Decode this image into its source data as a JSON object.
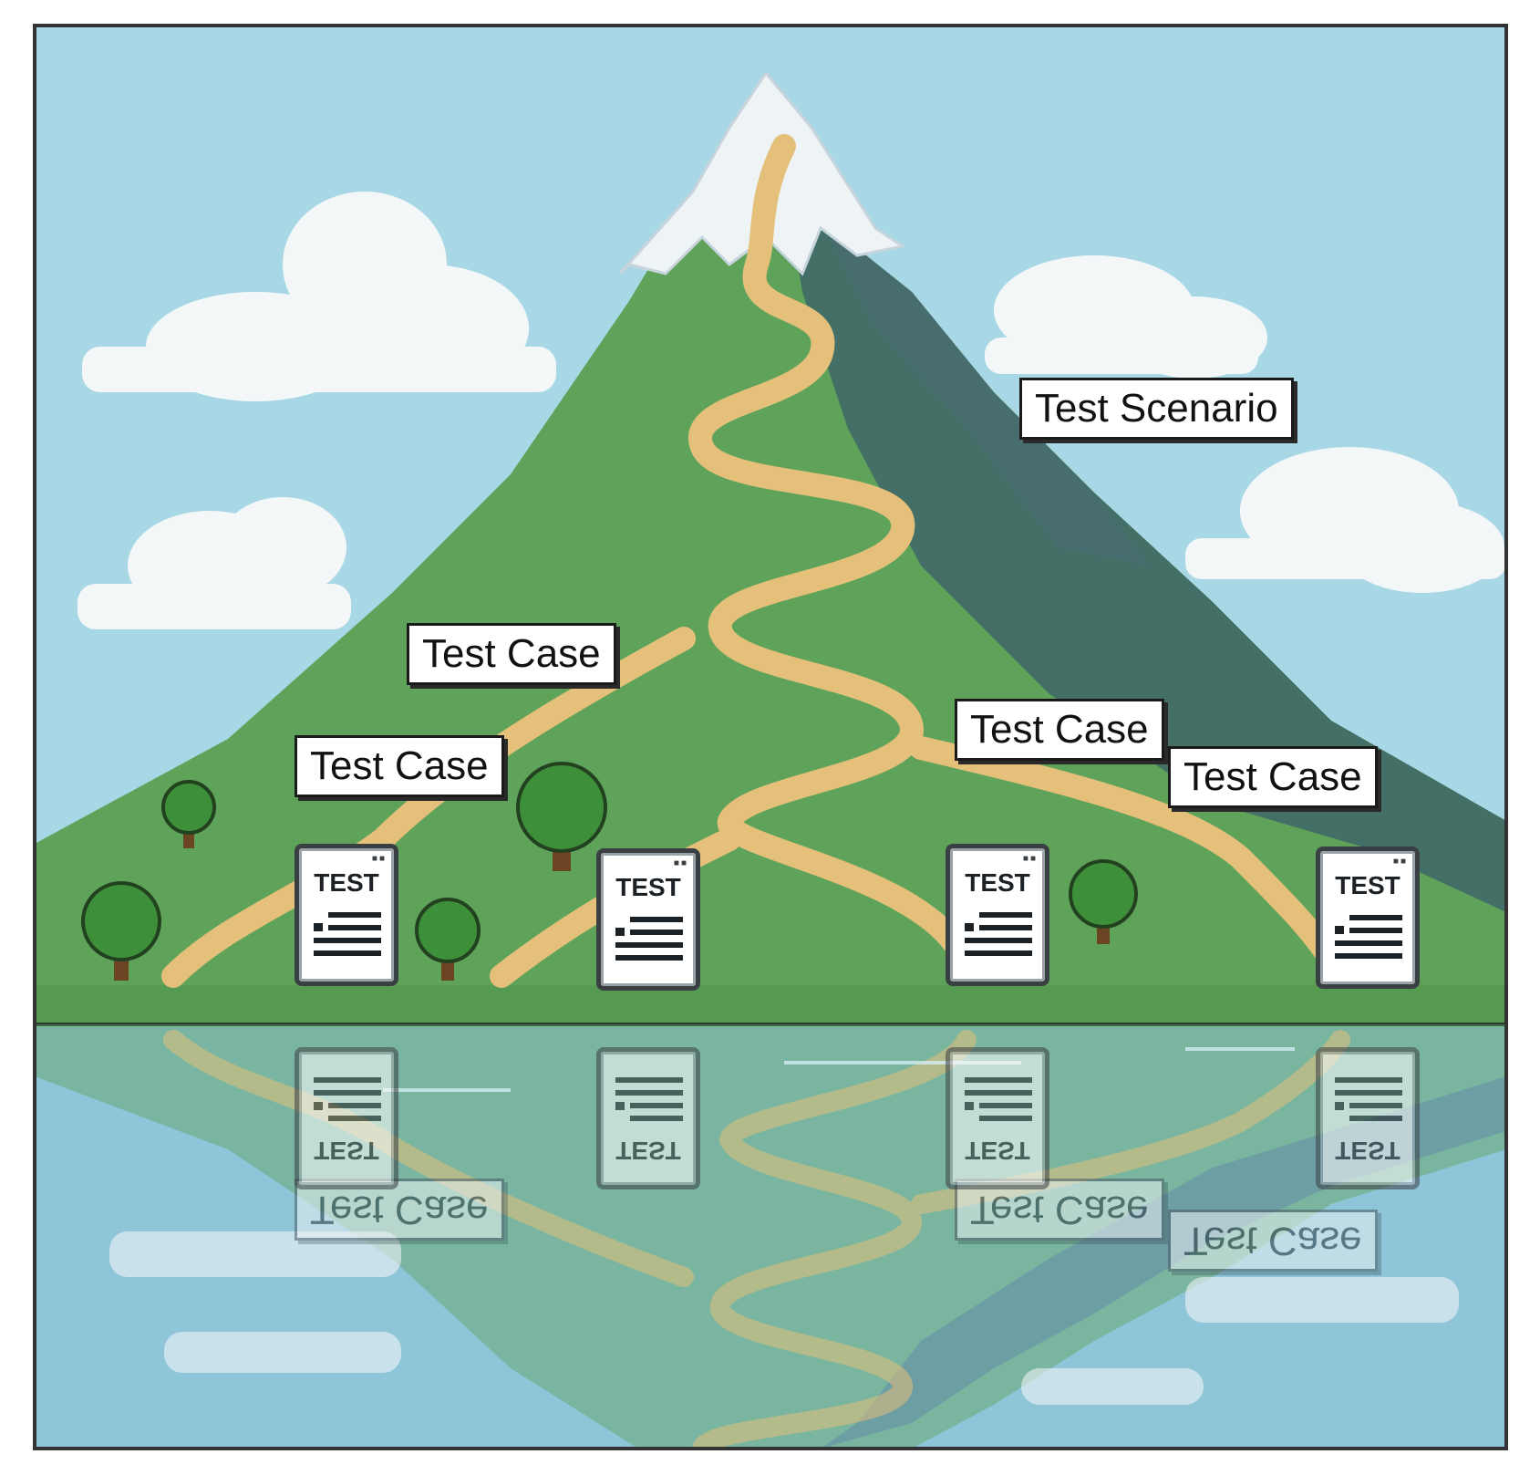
{
  "labels": {
    "scenario": "Test Scenario",
    "case_1": "Test Case",
    "case_2": "Test Case",
    "case_3": "Test Case",
    "case_4": "Test Case"
  },
  "reflection_labels": {
    "case_1": "Test Case",
    "case_2": "Test Case",
    "case_3": "Test Case"
  },
  "documents": [
    {
      "title": "TEST"
    },
    {
      "title": "TEST"
    },
    {
      "title": "TEST"
    },
    {
      "title": "TEST"
    }
  ],
  "reflection_documents": [
    {
      "title": "TEST"
    },
    {
      "title": "TEST"
    },
    {
      "title": "TEST"
    },
    {
      "title": "TEST"
    }
  ],
  "colors": {
    "sky": "#a8d8e6",
    "water": "#8cc4d8",
    "mountain_light": "#5fa25a",
    "mountain_dark": "#3d6e5e",
    "rock_shadow": "#4a6a72",
    "snow": "#eef3f6",
    "path": "#e4c07a",
    "tree": "#3e8f3a",
    "trunk": "#6b4424",
    "frame": "#333333"
  }
}
